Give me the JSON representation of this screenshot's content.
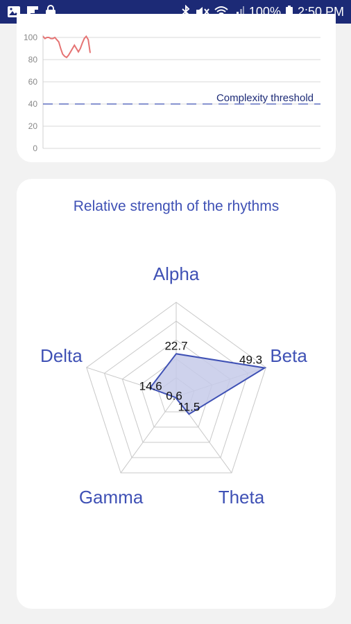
{
  "status_bar": {
    "ellipsis": "...",
    "battery": "100%",
    "time": "2:50 PM",
    "icons": [
      "image-icon",
      "flipboard-icon",
      "shopping-bag-icon",
      "bluetooth-icon",
      "mute-icon",
      "wifi-icon",
      "signal-icon",
      "battery-icon"
    ]
  },
  "chart_data": [
    {
      "type": "line",
      "ylim": [
        0,
        100
      ],
      "y_ticks": [
        0,
        20,
        40,
        60,
        80,
        100
      ],
      "grid": true,
      "series": [
        {
          "values": [
            101,
            99,
            100,
            100,
            99,
            99,
            100,
            98,
            96,
            90,
            85,
            83,
            82,
            84,
            87,
            90,
            93,
            90,
            87,
            90,
            95,
            99,
            101,
            98,
            86
          ],
          "color": "#e57373"
        }
      ],
      "threshold": {
        "value": 40,
        "label": "Complexity threshold",
        "color": "#3f51b5"
      }
    },
    {
      "type": "radar",
      "title": "Relative strength of the rhythms",
      "axes": [
        "Alpha",
        "Beta",
        "Theta",
        "Gamma",
        "Delta"
      ],
      "values": [
        22.7,
        49.3,
        11.5,
        0.6,
        14.6
      ],
      "rmax": 50,
      "rings": 5,
      "colors": {
        "fill": "#c5cae9",
        "stroke": "#3f51b5",
        "label": "#3f51b5",
        "grid": "#c8c8c8"
      }
    }
  ]
}
